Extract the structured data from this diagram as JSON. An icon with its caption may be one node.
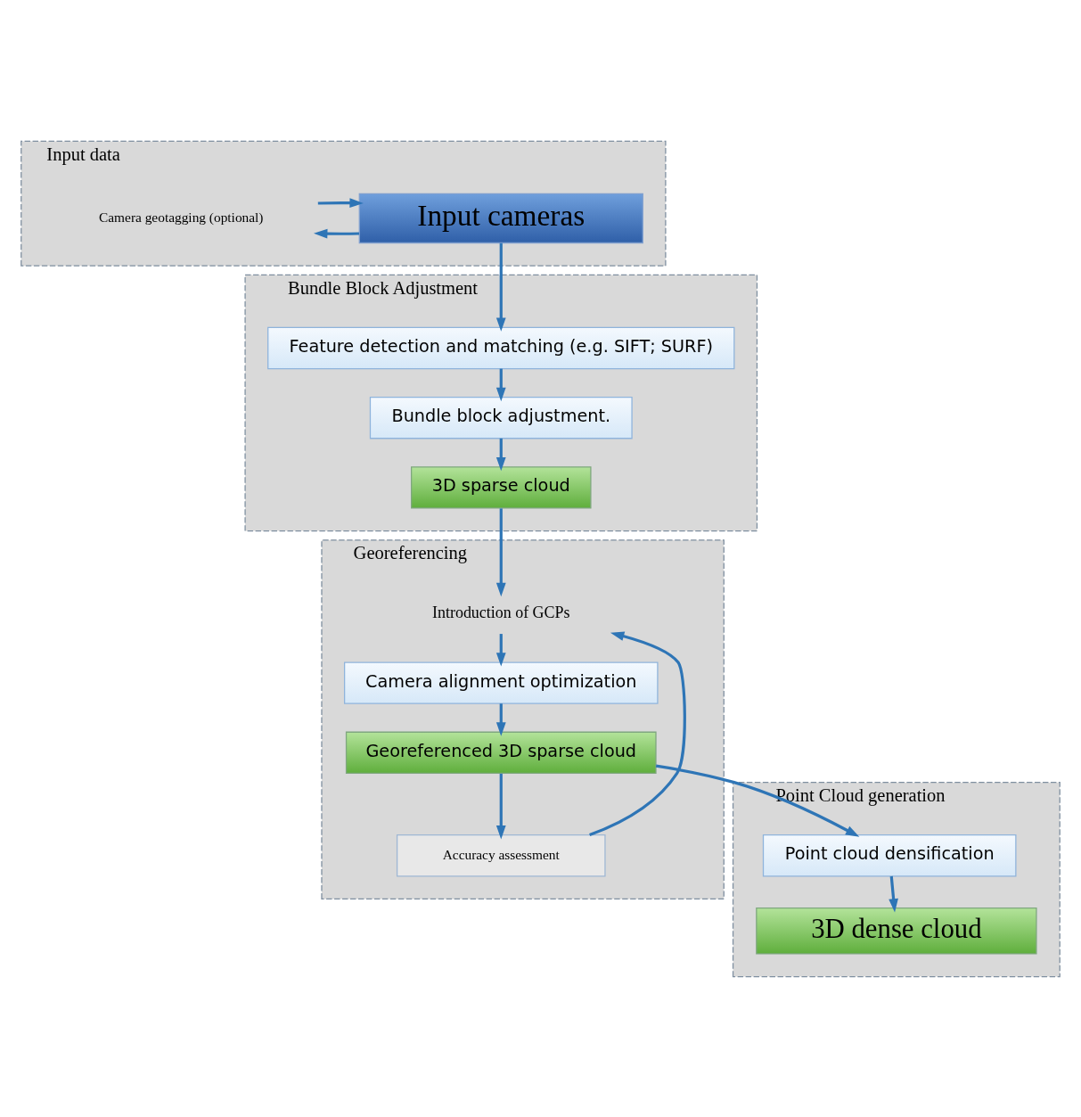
{
  "diagram": {
    "nodes": [
      {
        "text": [
          "Input data"
        ]
      },
      {
        "text": [
          "Input cameras"
        ],
        "in": 0
      },
      {
        "text": [
          "Camera geotagging (optional)"
        ],
        "in": 0
      },
      {
        "text": [
          "Bundle Block Adjustment"
        ]
      },
      {
        "text": [
          "Feature detection and matching (e.g. SIFT; SURF)"
        ],
        "in": 3
      },
      {
        "text": [
          "Bundle block adjustment."
        ],
        "in": 3
      },
      {
        "text": [
          "3D sparse cloud"
        ],
        "in": 3
      },
      {
        "text": [
          "Georeferencing"
        ]
      },
      {
        "text": [
          "Introduction of GCPs"
        ],
        "in": 7
      },
      {
        "text": [
          "Camera alignment optimization"
        ],
        "in": 7
      },
      {
        "text": [
          "Georeferenced 3D sparse cloud"
        ],
        "in": 7
      },
      {
        "text": [
          "Accuracy assessment"
        ],
        "in": 7
      },
      {
        "text": [
          "Point Cloud generation"
        ]
      },
      {
        "text": [
          "Point cloud densification"
        ],
        "in": 12
      },
      {
        "text": [
          "3D dense cloud"
        ],
        "in": 12
      }
    ],
    "edges": [
      {
        "from": 1,
        "to": 2,
        "arrow": "to"
      },
      {
        "from": 2,
        "to": 1,
        "arrow": "to"
      },
      {
        "from": 1,
        "to": 4,
        "arrow": "to"
      },
      {
        "from": 4,
        "to": 5,
        "arrow": "to"
      },
      {
        "from": 5,
        "to": 6,
        "arrow": "to"
      },
      {
        "from": 6,
        "to": 8,
        "arrow": "to"
      },
      {
        "from": 8,
        "to": 9,
        "arrow": "to"
      },
      {
        "from": 9,
        "to": 10,
        "arrow": "to"
      },
      {
        "from": 10,
        "to": 11,
        "arrow": "to"
      },
      {
        "from": 11,
        "to": 8,
        "arrow": "to"
      },
      {
        "from": 10,
        "to": 13,
        "arrow": "to"
      },
      {
        "from": 13,
        "to": 14,
        "arrow": "to"
      }
    ]
  }
}
